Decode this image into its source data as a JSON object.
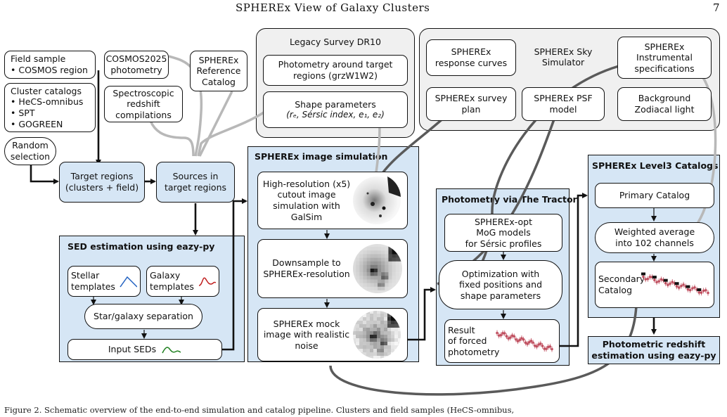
{
  "header": {
    "title": "SPHEREx View of Galaxy Clusters",
    "page_number": "7"
  },
  "inputs": {
    "field_sample": "Field sample\n• COSMOS region",
    "cluster_catalogs": "Cluster catalogs\n• HeCS-omnibus\n• SPT\n• GOGREEN",
    "random_selection": "Random\nselection",
    "cosmos2025": "COSMOS2025\nphotometry",
    "spherex_ref": "SPHEREx\nReference\nCatalog",
    "spectro": "Spectroscopic\nredshift\ncompilations"
  },
  "legacy": {
    "title": "Legacy Survey DR10",
    "photometry": "Photometry around target\nregions (grzW1W2)",
    "shape_line1": "Shape parameters",
    "shape_line2": "(rₑ, Sérsic index, e₁, e₂)"
  },
  "sky_sim": {
    "title": "SPHEREx Sky\nSimulator",
    "response": "SPHEREx\nresponse curves",
    "instrumental": "SPHEREx\nInstrumental\nspecifications",
    "survey_plan": "SPHEREx survey\nplan",
    "psf": "SPHEREx PSF\nmodel",
    "background": "Background\nZodiacal light"
  },
  "target_regions": "Target regions\n(clusters + field)",
  "sources": "Sources in\ntarget regions",
  "sed": {
    "title": "SED estimation using eazy-py",
    "stellar": "Stellar\ntemplates",
    "galaxy": "Galaxy\ntemplates",
    "separation": "Star/galaxy separation",
    "input_seds": "Input SEDs"
  },
  "image_sim": {
    "title": "SPHEREx image simulation",
    "highres": "High-resolution (x5)\ncutout image\nsimulation with\nGalSim",
    "downsample": "Downsample to\nSPHEREx-resolution",
    "mock": "SPHEREx mock\nimage with realistic\nnoise"
  },
  "tractor": {
    "title": "Photometry via The Tractor",
    "mog": "SPHEREx-opt\nMoG models\nfor Sérsic profiles",
    "optimization": "Optimization with\nfixed positions and\nshape parameters",
    "result": "Result\nof forced\nphotometry"
  },
  "level3": {
    "title": "SPHEREx Level3 Catalogs",
    "primary": "Primary Catalog",
    "weighted": "Weighted average\ninto 102 channels",
    "secondary": "Secondary\nCatalog"
  },
  "photoz": "Photometric redshift\nestimation using eazy-py",
  "caption": "Figure 2. Schematic overview of the end-to-end simulation and catalog pipeline. Clusters and field samples (HeCS-omnibus,",
  "colors": {
    "panel_blue": "#d6e6f5",
    "arrow_gray": "#b8b8b8",
    "arrow_dark": "#5a5a5a",
    "stellar_curve": "#2060c0",
    "galaxy_curve": "#c02020",
    "sed_curve": "#208020",
    "point_color": "#c05060"
  }
}
